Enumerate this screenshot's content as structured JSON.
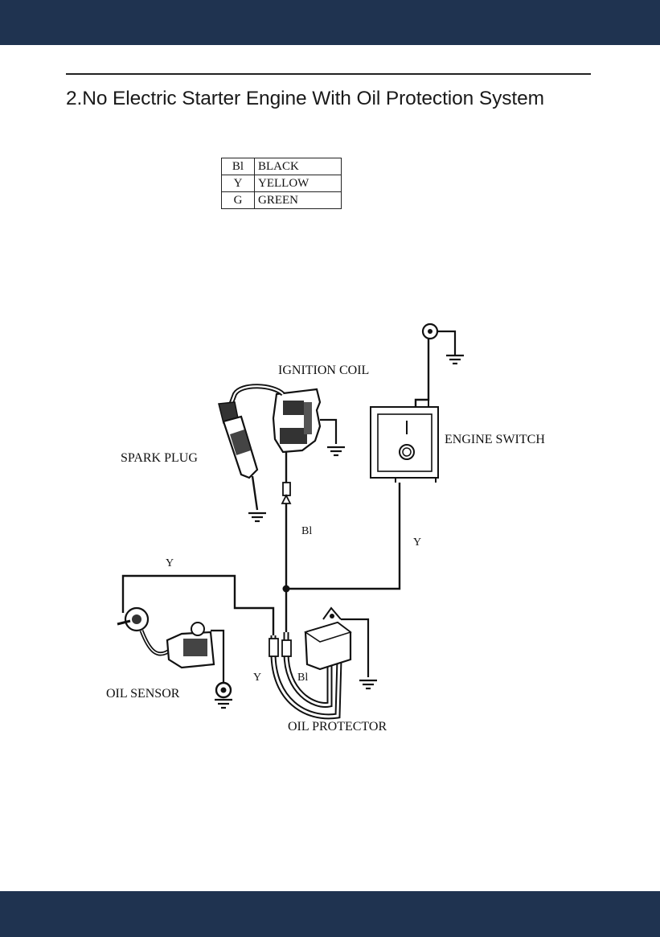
{
  "header": {
    "band_color": "#1f3350"
  },
  "footer": {
    "band_color": "#1f3350"
  },
  "title": "2.No Electric Starter Engine With Oil Protection System",
  "legend": [
    {
      "code": "Bl",
      "color": "BLACK"
    },
    {
      "code": "Y",
      "color": "YELLOW"
    },
    {
      "code": "G",
      "color": "GREEN"
    }
  ],
  "components": {
    "ignition_coil": "IGNITION COIL",
    "engine_switch": "ENGINE SWITCH",
    "spark_plug": "SPARK PLUG",
    "oil_sensor": "OIL SENSOR",
    "oil_protector": "OIL PROTECTOR"
  },
  "wire_labels": {
    "coil_to_junction": "Bl",
    "switch_to_junction": "Y",
    "sensor_to_protector": "Y",
    "protector_left_lead": "Y",
    "protector_right_lead": "Bl"
  }
}
